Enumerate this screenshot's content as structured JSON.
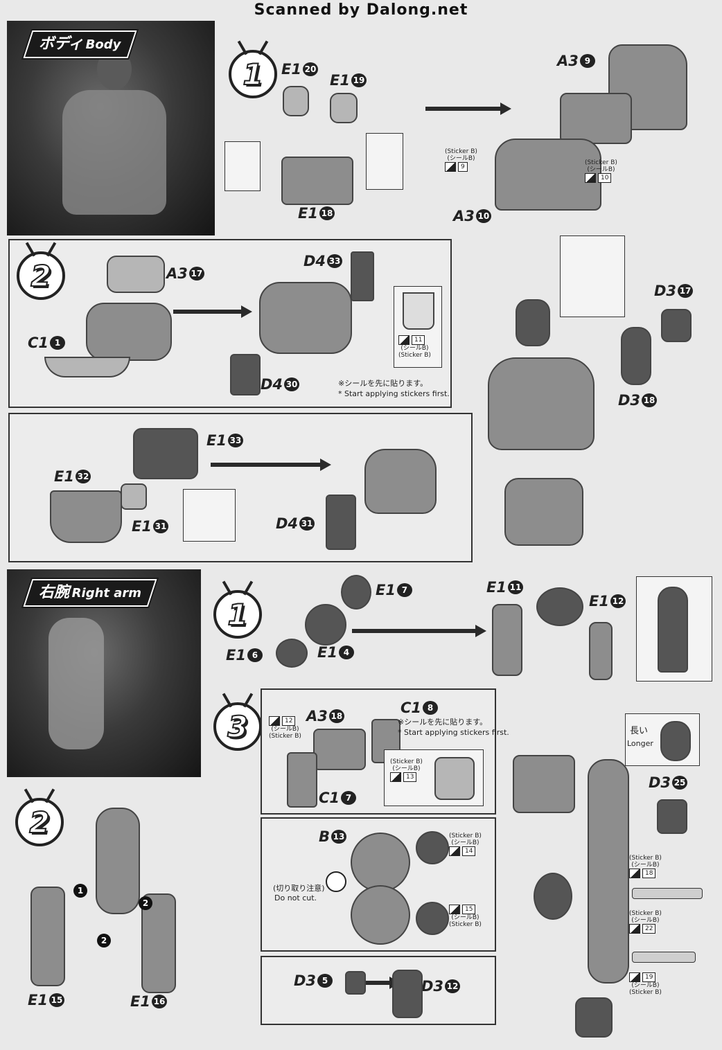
{
  "watermark": "Scanned by Dalong.net",
  "body_section": {
    "title_jp": "ボディ",
    "title_en": "Body",
    "step1": {
      "badge": "1",
      "labels": {
        "a3_9": "A3",
        "a3_9_n": "9",
        "e1_20": "E1",
        "e1_20_n": "20",
        "e1_19": "E1",
        "e1_19_n": "19",
        "e1_18": "E1",
        "e1_18_n": "18",
        "a3_10": "A3",
        "a3_10_n": "10"
      },
      "sticker_left": {
        "line1": "(Sticker B)",
        "line2": "(シールB)",
        "no": "9"
      },
      "sticker_right": {
        "line1": "(Sticker B)",
        "line2": "(シールB)",
        "no": "10"
      }
    },
    "step2": {
      "badge": "2",
      "labels": {
        "a3_17": "A3",
        "a3_17_n": "17",
        "d4_33": "D4",
        "d4_33_n": "33",
        "c1_1": "C1",
        "c1_1_n": "1",
        "d4_30": "D4",
        "d4_30_n": "30",
        "d3_17": "D3",
        "d3_17_n": "17",
        "d3_18": "D3",
        "d3_18_n": "18",
        "e1_33": "E1",
        "e1_33_n": "33",
        "e1_32": "E1",
        "e1_32_n": "32",
        "e1_31": "E1",
        "e1_31_n": "31",
        "d4_31": "D4",
        "d4_31_n": "31"
      },
      "sticker": {
        "no": "11",
        "line1": "(シールB)",
        "line2": "(Sticker B)"
      },
      "note_jp": "※シールを先に貼ります。",
      "note_en": "* Start applying stickers first."
    }
  },
  "arm_section": {
    "title_jp": "右腕",
    "title_en": "Right arm",
    "step1": {
      "badge": "1",
      "labels": {
        "e1_7": "E1",
        "e1_7_n": "7",
        "e1_6": "E1",
        "e1_6_n": "6",
        "e1_4": "E1",
        "e1_4_n": "4",
        "e1_11": "E1",
        "e1_11_n": "11",
        "e1_12": "E1",
        "e1_12_n": "12"
      }
    },
    "step2": {
      "badge": "2",
      "labels": {
        "e1_15": "E1",
        "e1_15_n": "15",
        "e1_16": "E1",
        "e1_16_n": "16"
      },
      "markers": [
        "1",
        "2",
        "2"
      ]
    },
    "step3": {
      "badge": "3",
      "labels": {
        "a3_18": "A3",
        "a3_18_n": "18",
        "c1_8": "C1",
        "c1_8_n": "8",
        "c1_7": "C1",
        "c1_7_n": "7",
        "b_13": "B",
        "b_13_n": "13",
        "d3_25": "D3",
        "d3_25_n": "25",
        "d3_5": "D3",
        "d3_5_n": "5",
        "d3_12": "D3",
        "d3_12_n": "12"
      },
      "sticker12": {
        "no": "12",
        "line1": "(シールB)",
        "line2": "(Sticker B)"
      },
      "sticker13": {
        "line1": "(Sticker B)",
        "line2": "(シールB)",
        "no": "13"
      },
      "sticker14": {
        "line1": "(Sticker B)",
        "line2": "(シールB)",
        "no": "14"
      },
      "sticker15": {
        "no": "15",
        "line1": "(シールB)",
        "line2": "(Sticker B)"
      },
      "sticker18": {
        "line1": "(Sticker B)",
        "line2": "(シールB)",
        "no": "18"
      },
      "sticker22": {
        "line1": "(Sticker B)",
        "line2": "(シールB)",
        "no": "22"
      },
      "sticker19": {
        "no": "19",
        "line1": "(シールB)",
        "line2": "(Sticker B)"
      },
      "note_jp": "※シールを先に貼ります。",
      "note_en": "* Start applying stickers first.",
      "do_not_cut_jp": "(切り取り注意)",
      "do_not_cut_en": "Do not cut.",
      "longer_jp": "長い",
      "longer_en": "Longer"
    }
  }
}
